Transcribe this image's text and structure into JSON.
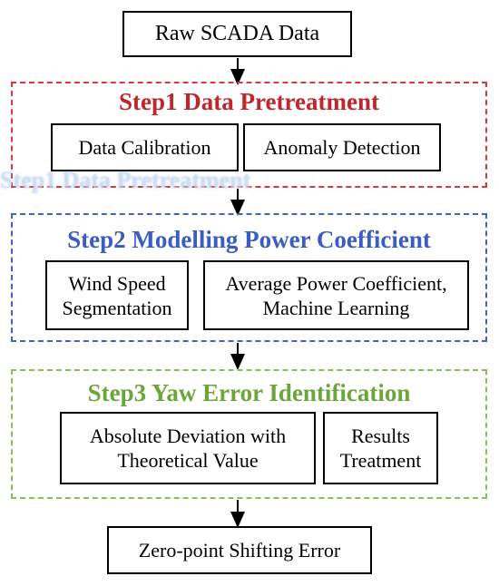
{
  "input_box": {
    "label": "Raw SCADA Data"
  },
  "step1": {
    "title": "Step1  Data Pretreatment",
    "boxes": [
      "Data Calibration",
      "Anomaly Detection"
    ]
  },
  "step2": {
    "title": "Step2  Modelling Power Coefficient",
    "boxes": [
      "Wind Speed\nSegmentation",
      "Average Power Coefficient,\nMachine Learning"
    ]
  },
  "step3": {
    "title": "Step3  Yaw Error Identification",
    "boxes": [
      "Absolute Deviation with\nTheoretical Value",
      "Results\nTreatment"
    ]
  },
  "output_box": {
    "label": "Zero-point Shifting Error"
  },
  "colors": {
    "step1": "#c0272d",
    "step2": "#3b5cc4",
    "step3": "#6aa63a",
    "ghost": "#cddcf0"
  }
}
